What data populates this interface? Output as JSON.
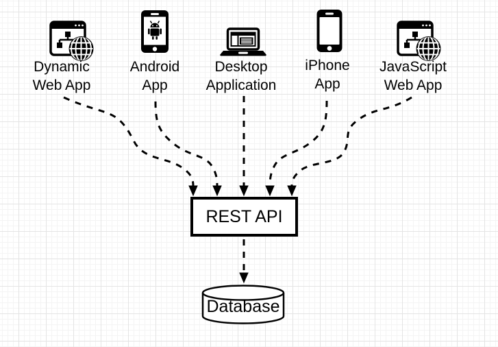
{
  "diagram": {
    "clients": [
      {
        "id": "dynamic-web-app",
        "label": "Dynamic\nWeb App",
        "icon": "browser-sitemap-globe-icon"
      },
      {
        "id": "android-app",
        "label": "Android\nApp",
        "icon": "android-phone-icon"
      },
      {
        "id": "desktop-application",
        "label": "Desktop\nApplication",
        "icon": "laptop-icon"
      },
      {
        "id": "iphone-app",
        "label": "iPhone\nApp",
        "icon": "smartphone-icon"
      },
      {
        "id": "javascript-web-app",
        "label": "JavaScript\nWeb App",
        "icon": "browser-sitemap-globe-icon"
      }
    ],
    "api": {
      "label": "REST API",
      "shape": "rectangle"
    },
    "database": {
      "label": "Database",
      "shape": "cylinder"
    },
    "connections": [
      {
        "from": "Dynamic Web App",
        "to": "REST API",
        "style": "dashed-arrow"
      },
      {
        "from": "Android App",
        "to": "REST API",
        "style": "dashed-arrow"
      },
      {
        "from": "Desktop Application",
        "to": "REST API",
        "style": "dashed-arrow"
      },
      {
        "from": "iPhone App",
        "to": "REST API",
        "style": "dashed-arrow"
      },
      {
        "from": "JavaScript Web App",
        "to": "REST API",
        "style": "dashed-arrow"
      },
      {
        "from": "REST API",
        "to": "Database",
        "style": "dashed-arrow"
      }
    ],
    "colors": {
      "stroke": "#000000",
      "shape_fill": "#ffffff",
      "grid_minor": "#f4f4f4",
      "grid_major": "#e4e4e4",
      "background": "#ffffff"
    }
  }
}
